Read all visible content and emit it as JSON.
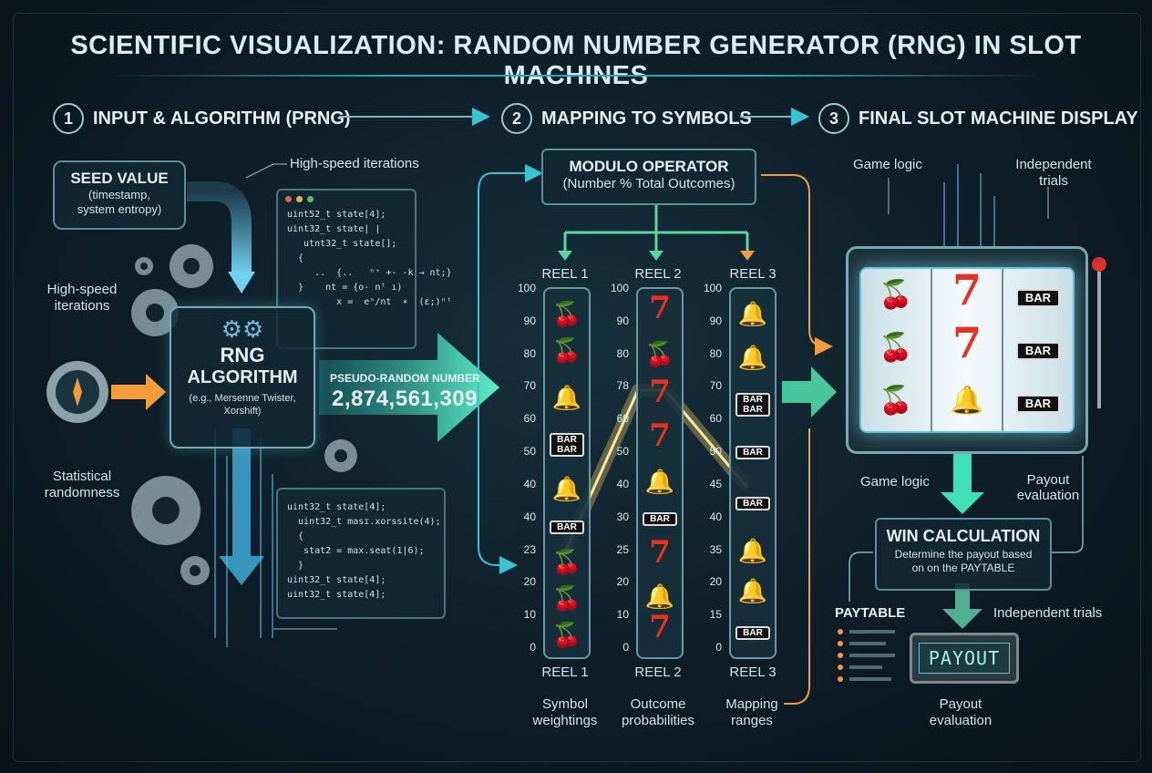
{
  "title": "SCIENTIFIC VISUALIZATION: RANDOM NUMBER GENERATOR (RNG) IN SLOT MACHINES",
  "steps": [
    {
      "num": "1",
      "label": "INPUT & ALGORITHM (PRNG)"
    },
    {
      "num": "2",
      "label": "MAPPING TO SYMBOLS"
    },
    {
      "num": "3",
      "label": "FINAL SLOT MACHINE DISPLAY"
    }
  ],
  "seed": {
    "title": "SEED VALUE",
    "line1": "(timestamp,",
    "line2": "system entropy)"
  },
  "labels": {
    "high_speed_top": "High-speed iterations",
    "high_speed_left1": "High-speed",
    "high_speed_left2": "iterations",
    "stat1": "Statistical",
    "stat2": "randomness",
    "game_logic_top": "Game logic",
    "indep_top1": "Independent",
    "indep_top2": "trials",
    "game_logic_mid": "Game logic",
    "payout_eval_mid1": "Payout",
    "payout_eval_mid2": "evaluation",
    "indep_bottom": "Independent trials",
    "payout_eval_bottom1": "Payout",
    "payout_eval_bottom2": "evaluation",
    "paytable": "PAYTABLE",
    "payout_screen": "PAYOUT"
  },
  "rng": {
    "title1": "RNG",
    "title2": "ALGORITHM",
    "sub1": "(e.g., Mersenne Twister,",
    "sub2": "Xorshift)"
  },
  "prn": {
    "label": "PSEUDO-RANDOM NUMBER",
    "value": "2,874,561,309"
  },
  "code_top": [
    "uint52_t state[4];",
    "uint32_t state| |",
    "   utnt32_t state[];",
    "  {",
    "     ..  {..   ⁿ⁺ +- -k → nt;}",
    "  }    nt = {o- nᵗ ı)",
    "",
    "         x =  eⁿ/nt  ∗  (ε;)ⁿᵗ"
  ],
  "code_bottom": [
    "uint32_t state[4];",
    "",
    "  uint32_t masɪ.xorssite(4);",
    "  {",
    "   stat2 = max.seat(1|6);",
    "  }",
    "uint32_t state[4];",
    "uint32_t state[4];"
  ],
  "modulo": {
    "title": "MODULO OPERATOR",
    "sub": "(Number % Total Outcomes)"
  },
  "reels": {
    "top_labels": [
      "REEL 1",
      "REEL 2",
      "REEL 3"
    ],
    "bottom_labels": [
      "REEL 1",
      "REEL 2",
      "REEL 3"
    ],
    "ticks1": [
      "100",
      "90",
      "80",
      "70",
      "60",
      "50",
      "40",
      "40",
      "23",
      "20",
      "10",
      "0"
    ],
    "ticks2": [
      "100",
      "90",
      "80",
      "78",
      "60",
      "50",
      "40",
      "30",
      "25",
      "20",
      "10",
      "0"
    ],
    "ticks3": [
      "100",
      "90",
      "80",
      "70",
      "60",
      "50",
      "45",
      "40",
      "35",
      "20",
      "15",
      "0"
    ],
    "bar_text": "BAR"
  },
  "reel_captions": [
    {
      "l1": "Symbol",
      "l2": "weightings"
    },
    {
      "l1": "Outcome",
      "l2": "probabilities"
    },
    {
      "l1": "Mapping",
      "l2": "ranges"
    }
  ],
  "win": {
    "title": "WIN CALCULATION",
    "line1": "Determine the payout based",
    "line2": "on on the PAYTABLE"
  },
  "colors": {
    "accent": "#2fd3c4",
    "orange": "#f39b3a",
    "frame": "#5f8c9b"
  }
}
